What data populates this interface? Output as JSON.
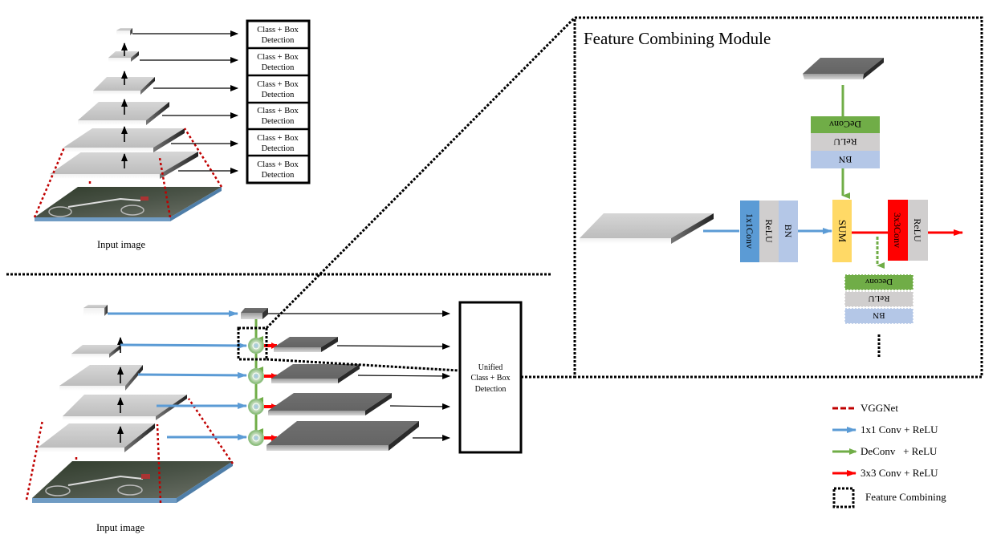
{
  "colors": {
    "vgg": "#c00000",
    "conv1x1": "#5b9bd5",
    "deconv": "#70ad47",
    "conv3x3": "#ff0000",
    "relu": "#d0cece",
    "bn": "#b4c7e7",
    "sum": "#ffd966",
    "layer_light": "#c8c8c8",
    "layer_dark": "#6e6e6e"
  },
  "top_diagram": {
    "detection_boxes": [
      {
        "line1": "Class + Box",
        "line2": "Detection"
      },
      {
        "line1": "Class + Box",
        "line2": "Detection"
      },
      {
        "line1": "Class + Box",
        "line2": "Detection"
      },
      {
        "line1": "Class + Box",
        "line2": "Detection"
      },
      {
        "line1": "Class + Box",
        "line2": "Detection"
      },
      {
        "line1": "Class + Box",
        "line2": "Detection"
      }
    ],
    "input_label": "Input image"
  },
  "bottom_diagram": {
    "unified_box": {
      "line1": "Unified",
      "line2": "Class + Box",
      "line3": "Detection"
    },
    "input_label": "Input image"
  },
  "module": {
    "title": "Feature Combining Module",
    "deconv_stack": {
      "deconv": "DeConv",
      "relu": "ReLU",
      "bn": "BN"
    },
    "lateral_stack": {
      "conv": "1x1Conv",
      "relu": "ReLU",
      "bn": "BN"
    },
    "sum": "SUM",
    "out_stack": {
      "conv": "3x3Conv",
      "relu": "ReLU"
    },
    "next_stack": {
      "deconv": "Deconv",
      "relu": "ReLU",
      "bn": "BN"
    }
  },
  "legend": {
    "items": [
      {
        "key": "vgg",
        "label": "VGGNet"
      },
      {
        "key": "conv1x1",
        "label": "1x1 Conv + ReLU"
      },
      {
        "key": "deconv",
        "label": "DeConv   + ReLU"
      },
      {
        "key": "conv3x3",
        "label": "3x3 Conv + ReLU"
      },
      {
        "key": "fcm",
        "label": "Feature Combining"
      }
    ]
  }
}
